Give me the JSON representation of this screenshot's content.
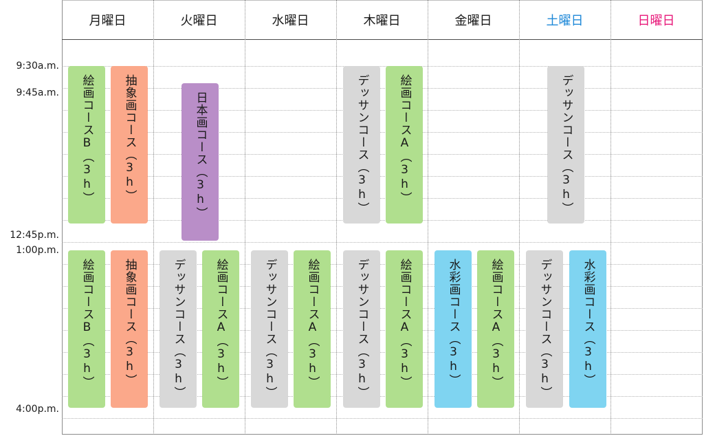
{
  "days": [
    {
      "label": "月曜日",
      "color": "#1a1a1a"
    },
    {
      "label": "火曜日",
      "color": "#1a1a1a"
    },
    {
      "label": "水曜日",
      "color": "#1a1a1a"
    },
    {
      "label": "木曜日",
      "color": "#1a1a1a"
    },
    {
      "label": "金曜日",
      "color": "#1a1a1a"
    },
    {
      "label": "土曜日",
      "color": "#1e88d8"
    },
    {
      "label": "日曜日",
      "color": "#e8187a"
    }
  ],
  "times": [
    "9:30a.m.",
    "9:45a.m.",
    "12:45p.m.",
    "1:00p.m.",
    "4:00p.m."
  ],
  "courses": {
    "b0": "絵画コースB（3h）",
    "b1": "抽象画コース（3h）",
    "b2": "日本画コース（3h）",
    "b3": "デッサンコース（3h）",
    "b4": "絵画コースA（3h）",
    "b5": "デッサンコース（3h）",
    "b6": "絵画コースB（3h）",
    "b7": "抽象画コース（3h）",
    "b8": "デッサンコース（3h）",
    "b9": "絵画コースA（3h）",
    "b10": "デッサンコース（3h）",
    "b11": "絵画コースA（3h）",
    "b12": "デッサンコース（3h）",
    "b13": "絵画コースA（3h）",
    "b14": "水彩画コース（3h）",
    "b15": "絵画コースA（3h）",
    "b16": "デッサンコース（3h）",
    "b17": "水彩画コース（3h）"
  },
  "course_colors": {
    "green": "#b0df8e",
    "orange": "#fba88a",
    "purple": "#b98ec8",
    "gray": "#d8d8d8",
    "blue": "#7fd4f1"
  }
}
